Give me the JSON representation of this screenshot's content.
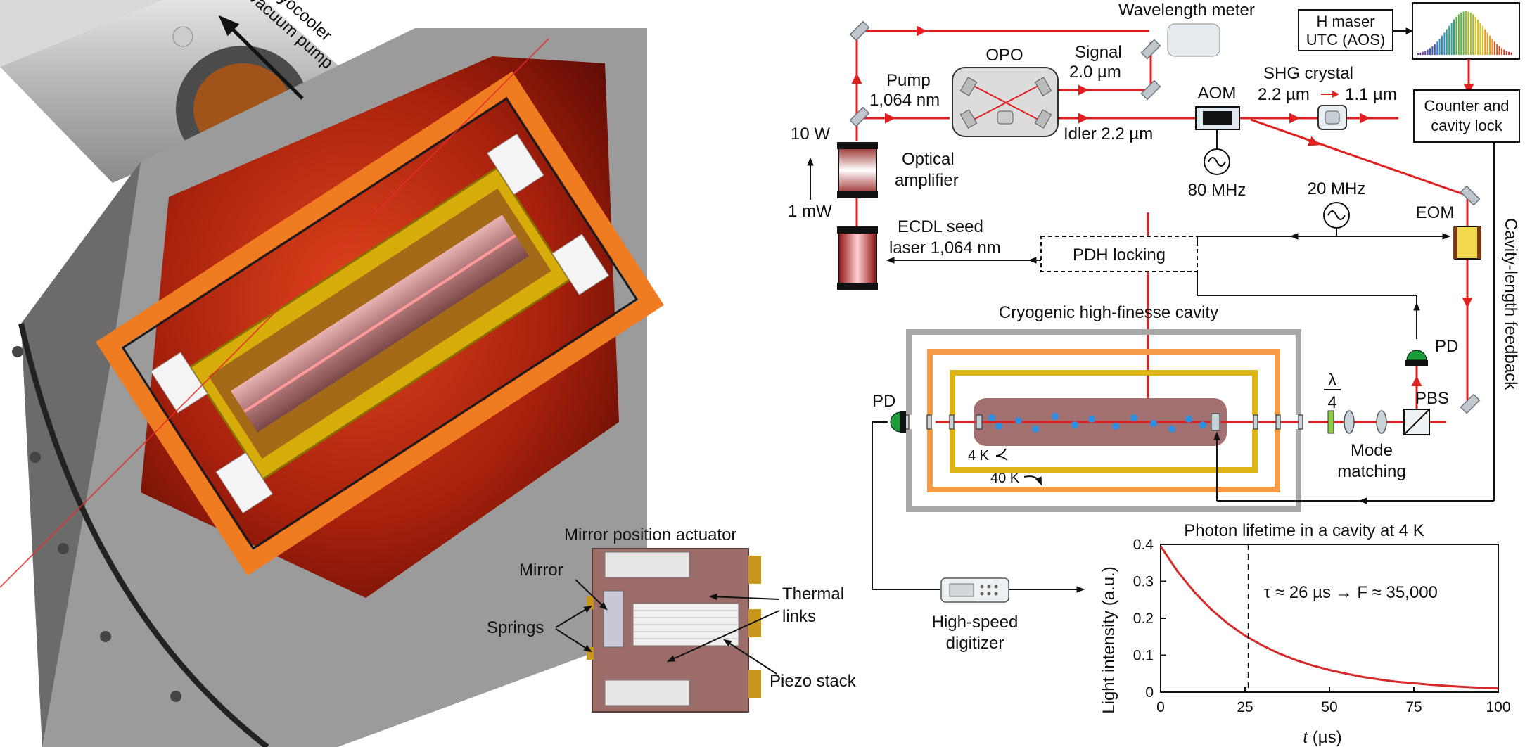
{
  "render": {
    "labels": {
      "to_cryocooler_1": "To cryocooler",
      "to_cryocooler_2": "and vacuum pump",
      "wavelength_meter": "Wavelength meter",
      "h_maser_1": "H maser",
      "h_maser_2": "UTC (AOS)",
      "opo": "OPO",
      "signal_1": "Signal",
      "signal_2": "2.0 µm",
      "pump_1": "Pump",
      "pump_2": "1,064 nm",
      "idler": "Idler 2.2 µm",
      "aom": "AOM",
      "shg_crystal": "SHG crystal",
      "shg_in": "2.2 µm",
      "shg_out": "1.1 µm",
      "counter_1": "Counter and",
      "counter_2": "cavity lock",
      "power_high": "10 W",
      "power_low": "1 mW",
      "optical_amp_1": "Optical",
      "optical_amp_2": "amplifier",
      "aom_freq": "80 MHz",
      "eom_freq": "20 MHz",
      "eom": "EOM",
      "ecdl_1": "ECDL seed",
      "ecdl_2": "laser 1,064 nm",
      "pdh": "PDH locking",
      "cavity_length_feedback": "Cavity-length feedback",
      "cryo_cavity": "Cryogenic high-finesse cavity",
      "pd_top": "PD",
      "pd_left": "PD",
      "lambda": "λ",
      "four": "4",
      "pbs": "PBS",
      "mode_1": "Mode",
      "mode_2": "matching",
      "temp_4k": "4 K",
      "temp_40k": "40 K",
      "mirror_actuator": "Mirror position actuator",
      "mirror": "Mirror",
      "springs": "Springs",
      "thermal_1": "Thermal",
      "thermal_2": "links",
      "piezo": "Piezo stack",
      "digitizer_1": "High-speed",
      "digitizer_2": "digitizer"
    }
  },
  "chart_data": {
    "type": "line",
    "title": "Photon lifetime in a cavity at 4 K",
    "xlabel_prefix": "t",
    "xlabel_unit": " (µs)",
    "ylabel": "Light intensity (a.u.)",
    "xlim": [
      0,
      100
    ],
    "ylim": [
      0,
      0.4
    ],
    "xticks": [
      "0",
      "25",
      "50",
      "75",
      "100"
    ],
    "yticks": [
      "0",
      "0.1",
      "0.2",
      "0.3",
      "0.4"
    ],
    "annotation": "τ ≈ 26 µs → F ≈ 35,000",
    "marker_x": 26,
    "series": [
      {
        "color": "#d42a2a",
        "x": [
          0,
          5,
          10,
          15,
          20,
          25,
          30,
          35,
          40,
          45,
          50,
          55,
          60,
          65,
          70,
          75,
          80,
          85,
          90,
          95,
          100
        ],
        "y": [
          0.395,
          0.327,
          0.271,
          0.224,
          0.185,
          0.153,
          0.127,
          0.105,
          0.087,
          0.072,
          0.06,
          0.05,
          0.041,
          0.034,
          0.028,
          0.024,
          0.02,
          0.017,
          0.014,
          0.012,
          0.01
        ]
      }
    ]
  }
}
